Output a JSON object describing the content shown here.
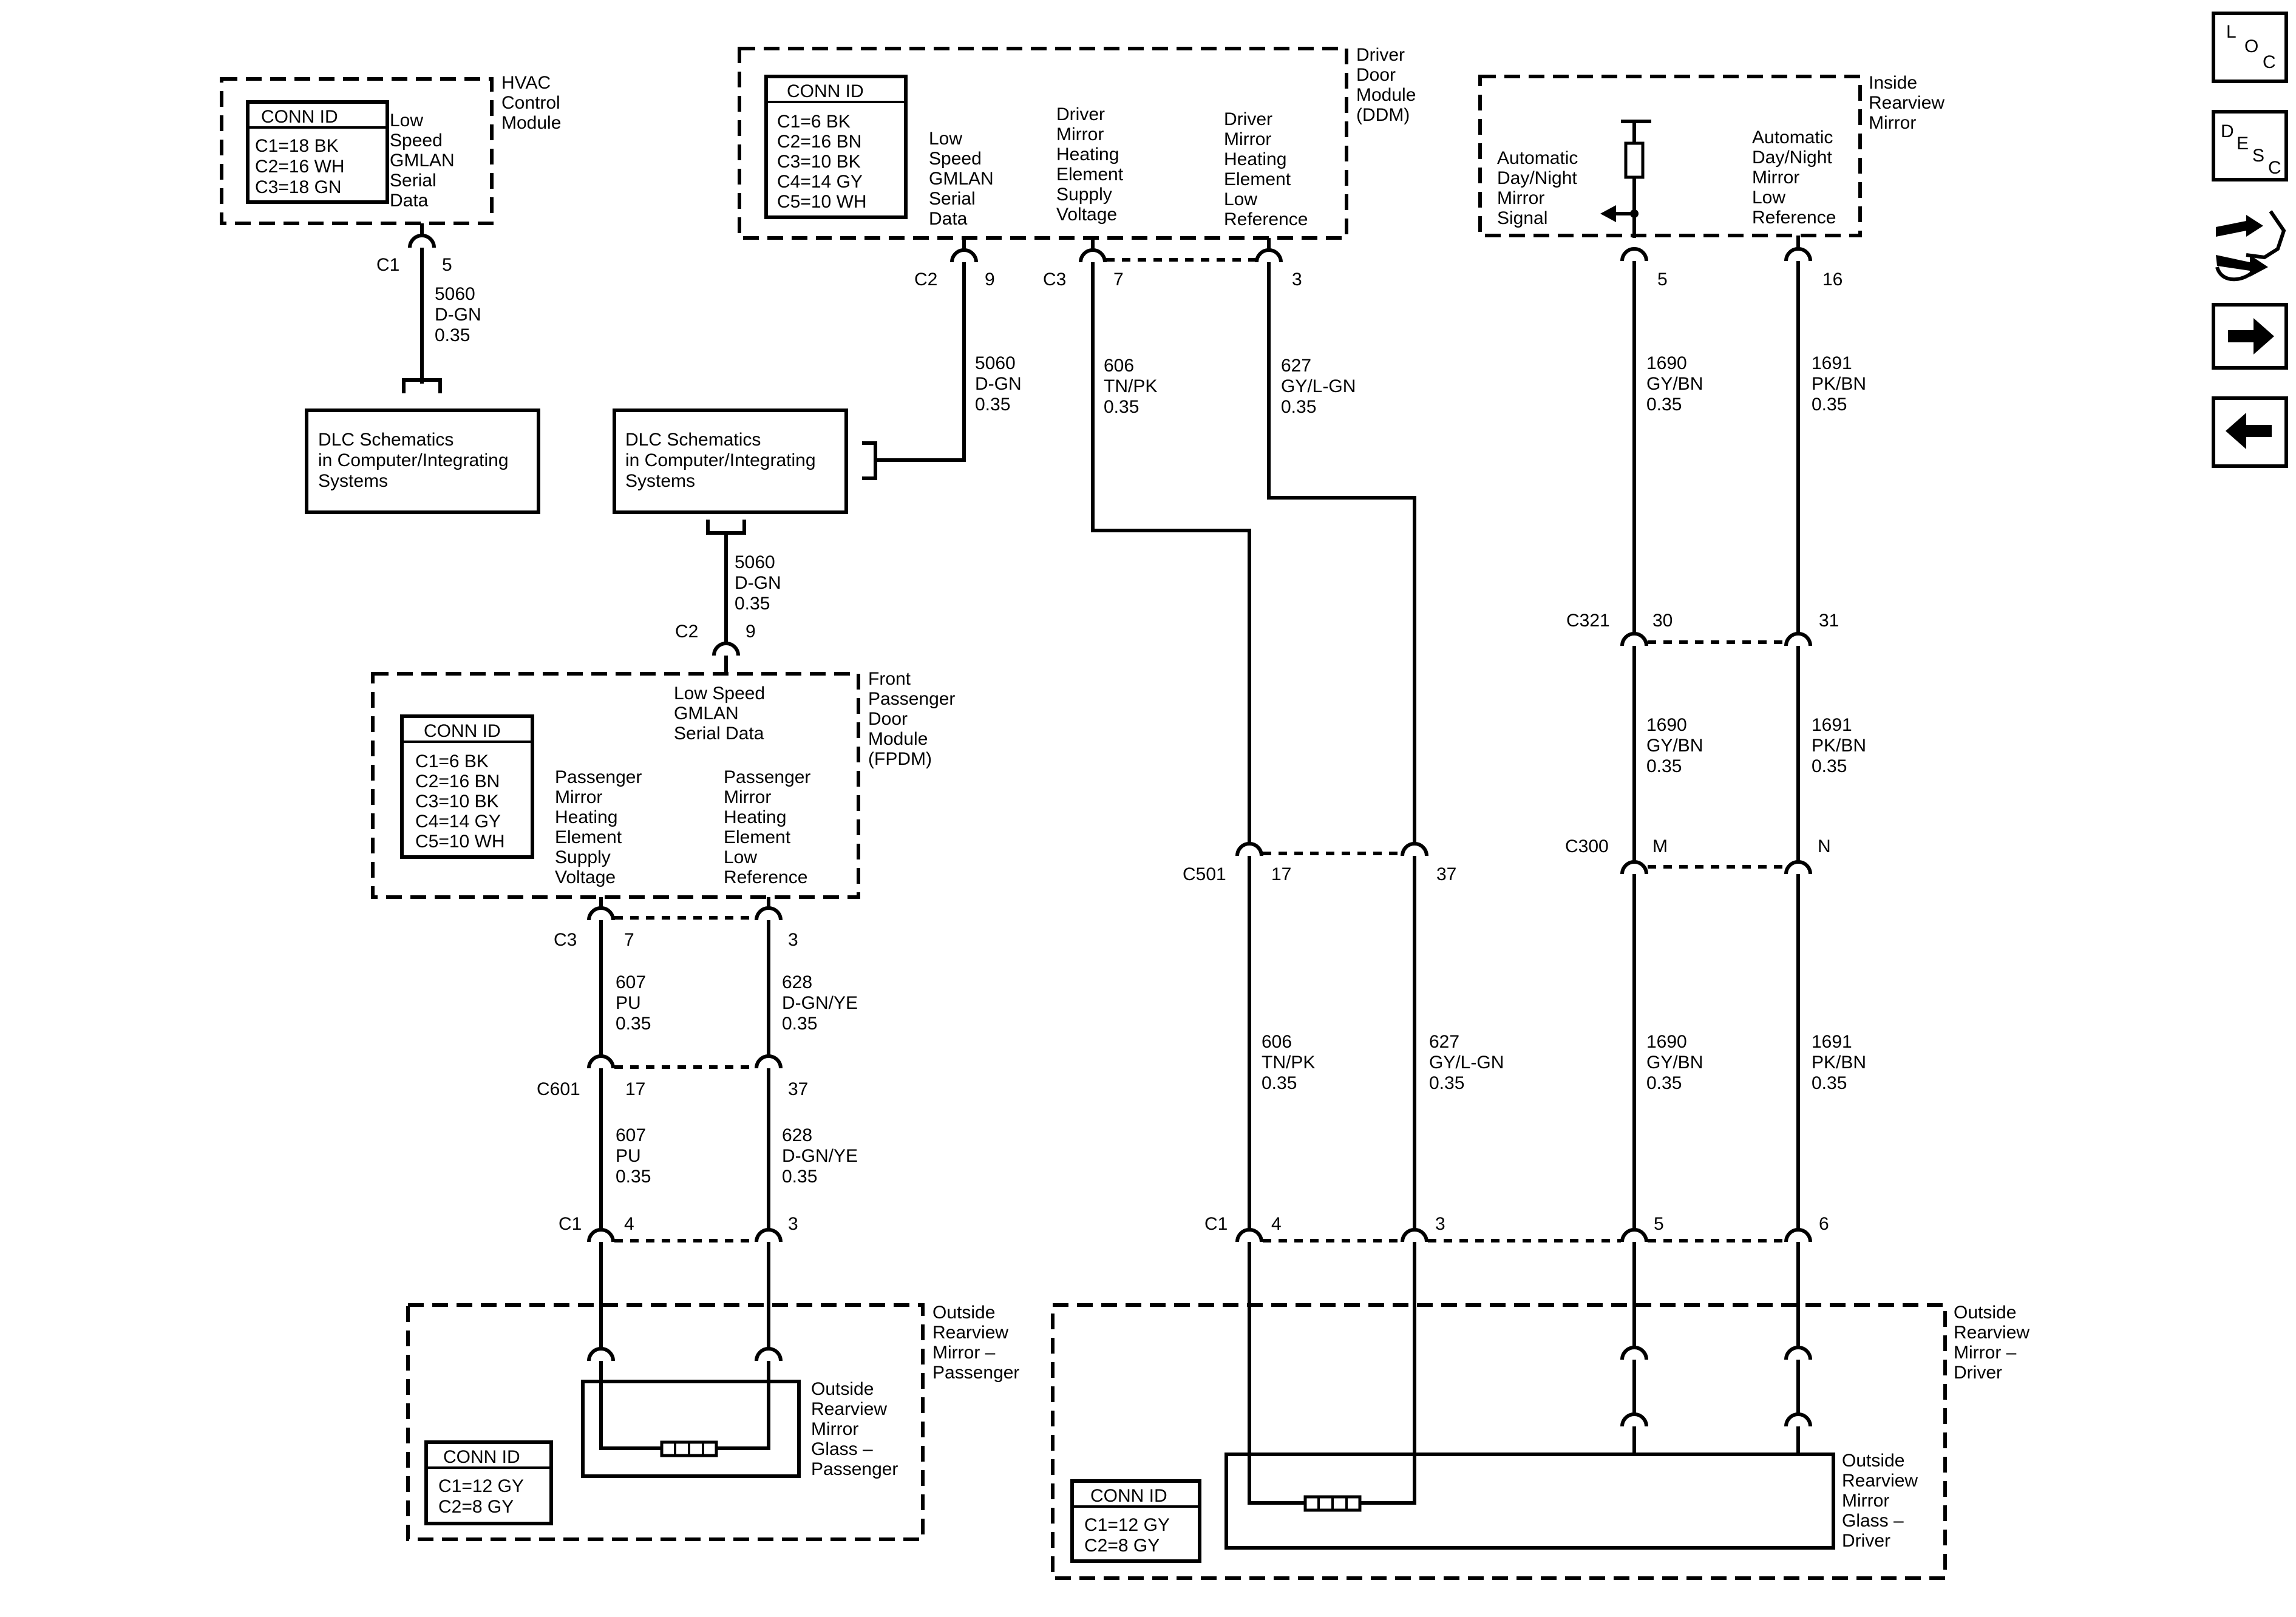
{
  "nav": {
    "loc": "LOC",
    "desc": "DESC",
    "loc_letters": [
      "L",
      "O",
      "C"
    ],
    "desc_letters": [
      "D",
      "E",
      "S",
      "C"
    ],
    "icons": [
      "loc-icon",
      "desc-icon",
      "connector-tool-icon",
      "arrow-right-icon",
      "arrow-left-icon"
    ]
  },
  "hvac": {
    "conn_title": "CONN ID",
    "conn": [
      "C1=18 BK",
      "C2=16 WH",
      "C3=18 GN"
    ],
    "pin_label": [
      "Low",
      "Speed",
      "GMLAN",
      "Serial",
      "Data"
    ],
    "module": [
      "HVAC",
      "Control",
      "Module"
    ],
    "connector": "C1",
    "pin": "5",
    "wire": [
      "5060",
      "D-GN",
      "0.35"
    ]
  },
  "dlc1": {
    "lines": [
      "DLC Schematics",
      "in Computer/Integrating",
      "Systems"
    ]
  },
  "ddm": {
    "conn_title": "CONN ID",
    "conn": [
      "C1=6 BK",
      "C2=16 BN",
      "C3=10 BK",
      "C4=14 GY",
      "C5=10 WH"
    ],
    "pin1": [
      "Low",
      "Speed",
      "GMLAN",
      "Serial",
      "Data"
    ],
    "pin2": [
      "Driver",
      "Mirror",
      "Heating",
      "Element",
      "Supply",
      "Voltage"
    ],
    "pin3": [
      "Driver",
      "Mirror",
      "Heating",
      "Element",
      "Low",
      "Reference"
    ],
    "module": [
      "Driver",
      "Door",
      "Module",
      "(DDM)"
    ],
    "c2": "C2",
    "c2_pin": "9",
    "c3": "C3",
    "c3_pin1": "7",
    "c3_pin2": "3",
    "wire_c2": [
      "5060",
      "D-GN",
      "0.35"
    ],
    "wire_606": [
      "606",
      "TN/PK",
      "0.35"
    ],
    "wire_627": [
      "627",
      "GY/L-GN",
      "0.35"
    ]
  },
  "dlc2": {
    "lines": [
      "DLC Schematics",
      "in Computer/Integrating",
      "Systems"
    ],
    "wire": [
      "5060",
      "D-GN",
      "0.35"
    ]
  },
  "fpdm": {
    "conn_title": "CONN ID",
    "conn": [
      "C1=6 BK",
      "C2=16 BN",
      "C3=10 BK",
      "C4=14 GY",
      "C5=10 WH"
    ],
    "pin_top": [
      "Low Speed",
      "GMLAN",
      "Serial Data"
    ],
    "pin1": [
      "Passenger",
      "Mirror",
      "Heating",
      "Element",
      "Supply",
      "Voltage"
    ],
    "pin2": [
      "Passenger",
      "Mirror",
      "Heating",
      "Element",
      "Low",
      "Reference"
    ],
    "module": [
      "Front",
      "Passenger",
      "Door",
      "Module",
      "(FPDM)"
    ],
    "c2": "C2",
    "c2_pin": "9",
    "c3": "C3",
    "c3_pin1": "7",
    "c3_pin2": "3",
    "wire_607": [
      "607",
      "PU",
      "0.35"
    ],
    "wire_628": [
      "628",
      "D-GN/YE",
      "0.35"
    ],
    "c601": "C601",
    "c601_pin1": "17",
    "c601_pin2": "37",
    "c1": "C1",
    "c1_pin1": "4",
    "c1_pin2": "3"
  },
  "inside_mirror": {
    "module": [
      "Inside",
      "Rearview",
      "Mirror"
    ],
    "pin1": [
      "Automatic",
      "Day/Night",
      "Mirror",
      "Signal"
    ],
    "pin2": [
      "Automatic",
      "Day/Night",
      "Mirror",
      "Low",
      "Reference"
    ],
    "pin1_num": "5",
    "pin2_num": "16",
    "wire_1690": [
      "1690",
      "GY/BN",
      "0.35"
    ],
    "wire_1691": [
      "1691",
      "PK/BN",
      "0.35"
    ],
    "c321": "C321",
    "c321_pin1": "30",
    "c321_pin2": "31",
    "c300": "C300",
    "c300_pin1": "M",
    "c300_pin2": "N"
  },
  "c501": {
    "name": "C501",
    "pin1": "17",
    "pin2": "37"
  },
  "driver_c1": {
    "name": "C1",
    "pins": [
      "4",
      "3",
      "5",
      "6"
    ]
  },
  "pass_mirror": {
    "module": [
      "Outside",
      "Rearview",
      "Mirror –",
      "Passenger"
    ],
    "glass": [
      "Outside",
      "Rearview",
      "Mirror",
      "Glass –",
      "Passenger"
    ],
    "conn_title": "CONN ID",
    "conn": [
      "C1=12 GY",
      "C2=8 GY"
    ]
  },
  "drv_mirror": {
    "module": [
      "Outside",
      "Rearview",
      "Mirror –",
      "Driver"
    ],
    "glass": [
      "Outside",
      "Rearview",
      "Mirror",
      "Glass –",
      "Driver"
    ],
    "conn_title": "CONN ID",
    "conn": [
      "C1=12 GY",
      "C2=8 GY"
    ]
  }
}
